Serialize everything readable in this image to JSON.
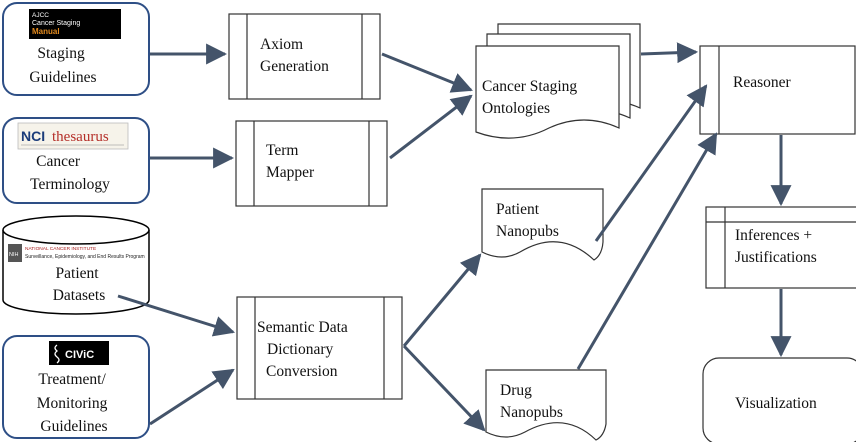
{
  "logos": {
    "ajcc": {
      "line1": "AJCC",
      "line2": "Cancer Staging",
      "line3": "Manual"
    },
    "nci": {
      "prefix": "NCI",
      "suffix": "thesaurus"
    },
    "seer": {
      "badge": "NIH",
      "line1": "NATIONAL CANCER INSTITUTE",
      "line2": "Surveillance, Epidemiology, and End Results Program"
    },
    "civic": {
      "name": "CIViC"
    }
  },
  "inputs": {
    "staging": {
      "lines": [
        "Staging",
        "Guidelines"
      ]
    },
    "terminology": {
      "lines": [
        "Cancer",
        "Terminology"
      ]
    },
    "patient_datasets": {
      "lines": [
        "Patient",
        "Datasets"
      ]
    },
    "treatment": {
      "lines": [
        "Treatment/",
        "Monitoring",
        "Guidelines"
      ]
    }
  },
  "processes": {
    "axiom": {
      "lines": [
        "Axiom",
        "Generation"
      ]
    },
    "term_mapper": {
      "lines": [
        "Term",
        "Mapper"
      ]
    },
    "sdd": {
      "lines": [
        "Semantic Data",
        "Dictionary",
        "Conversion"
      ]
    },
    "reasoner": {
      "lines": [
        "Reasoner"
      ]
    },
    "inferences": {
      "lines": [
        "Inferences +",
        "Justifications"
      ]
    }
  },
  "documents": {
    "ontologies": {
      "lines": [
        "Cancer Staging",
        "Ontologies"
      ]
    },
    "patient_nanopubs": {
      "lines": [
        "Patient",
        "Nanopubs"
      ]
    },
    "drug_nanopubs": {
      "lines": [
        "Drug",
        "Nanopubs"
      ]
    }
  },
  "outputs": {
    "visualization": {
      "lines": [
        "Visualization"
      ]
    }
  },
  "colors": {
    "input_border": "#2e4f86",
    "line": "#44546a",
    "box_border": "#333333"
  }
}
